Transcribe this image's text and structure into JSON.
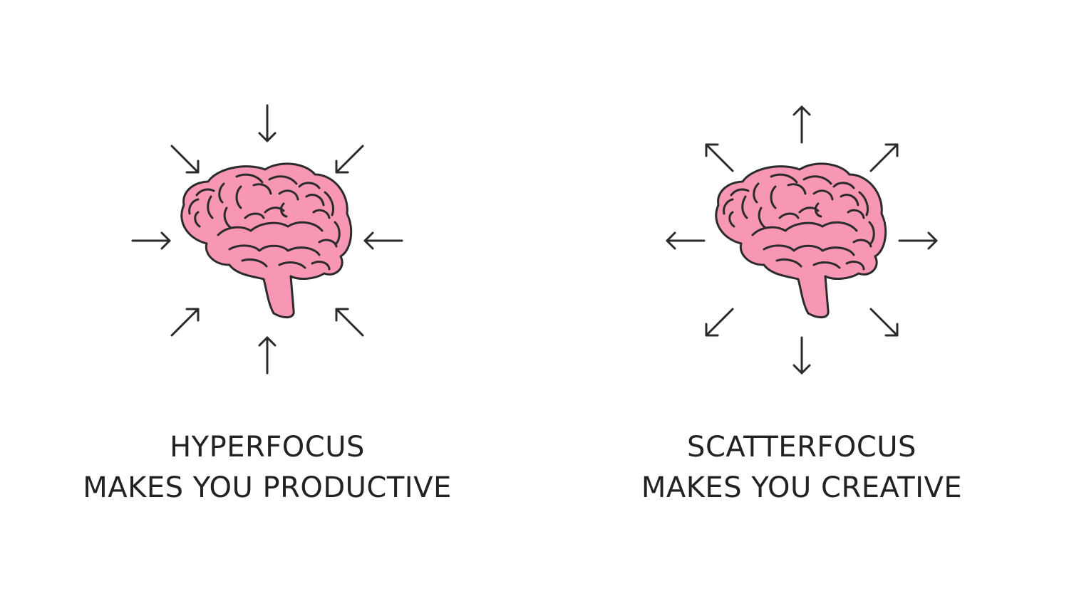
{
  "colors": {
    "background": "#ffffff",
    "brain_fill": "#f797b4",
    "outline": "#2b2b2b",
    "text": "#222222"
  },
  "panels": [
    {
      "id": "hyperfocus",
      "arrow_direction": "inward",
      "caption_line1": "HYPERFOCUS",
      "caption_line2": "MAKES YOU PRODUCTIVE"
    },
    {
      "id": "scatterfocus",
      "arrow_direction": "outward",
      "caption_line1": "SCATTERFOCUS",
      "caption_line2": "MAKES YOU CREATIVE"
    }
  ]
}
